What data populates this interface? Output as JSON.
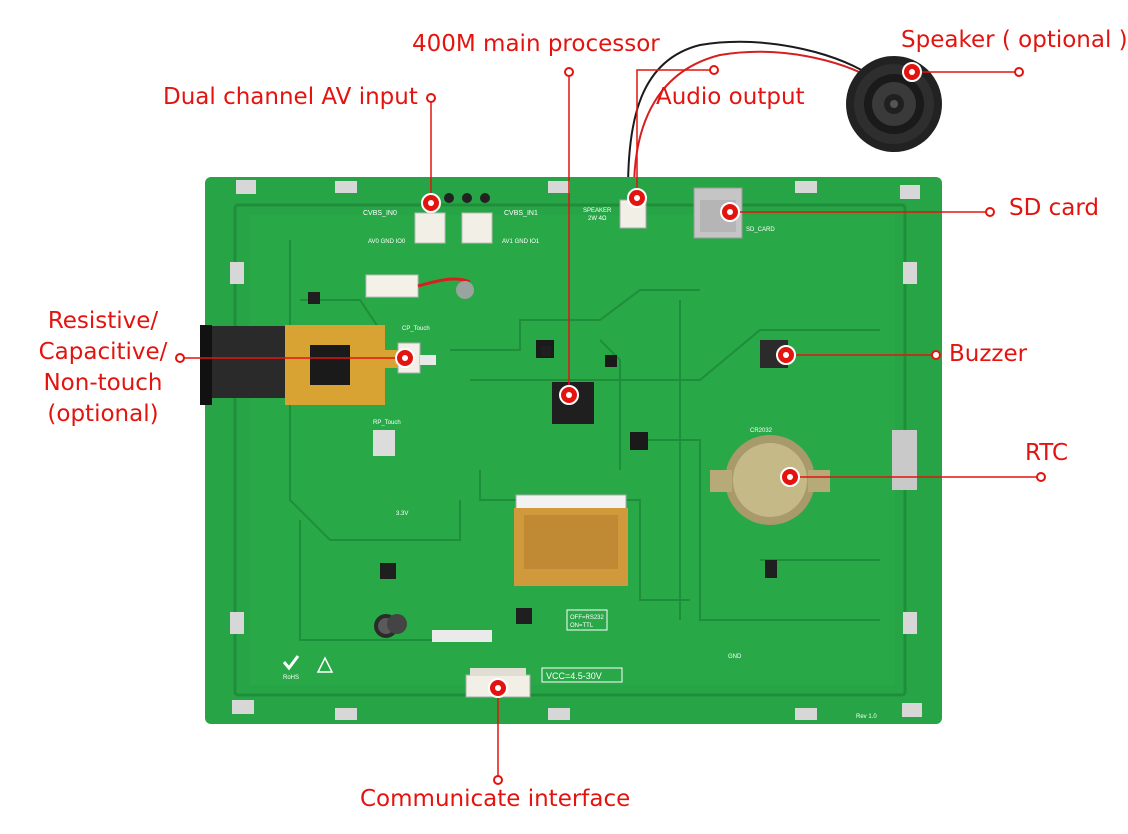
{
  "labels": {
    "av_input": "Dual channel AV input",
    "processor": "400M main processor",
    "audio_output": "Audio output",
    "speaker": "Speaker ( optional )",
    "sd_card": "SD card",
    "touch_line1": "Resistive/",
    "touch_line2": "Capacitive/",
    "touch_line3": "Non-touch",
    "touch_line4": "(optional)",
    "buzzer": "Buzzer",
    "rtc": "RTC",
    "comm_interface": "Communicate interface"
  },
  "board_silkscreen": {
    "cvbs_in0": "CVBS_IN0",
    "cvbs_in1": "CVBS_IN1",
    "av0": "AV0 GND IO0",
    "av1": "AV1 GND IO1",
    "speaker": "SPEAKER",
    "speaker_spec": "2W 4Ω",
    "sd_card": "SD_CARD",
    "cp_touch": "CP_Touch",
    "rp_touch": "RP_Touch",
    "cr2032": "CR2032",
    "voltage_box": "VCC=4.5-30V",
    "ttl_box_1": "OFF=RS232",
    "ttl_box_2": "ON=TTL",
    "revision": "Rev 1.0",
    "rohs": "RoHS",
    "v33": "3.3V",
    "gnd": "GND"
  },
  "colors": {
    "label_red": "#e3140f",
    "pcb_green": "#25a244",
    "pcb_trace": "#1f8e3a",
    "silkscreen": "#ffffff",
    "flex_cable": "#d9a333"
  }
}
